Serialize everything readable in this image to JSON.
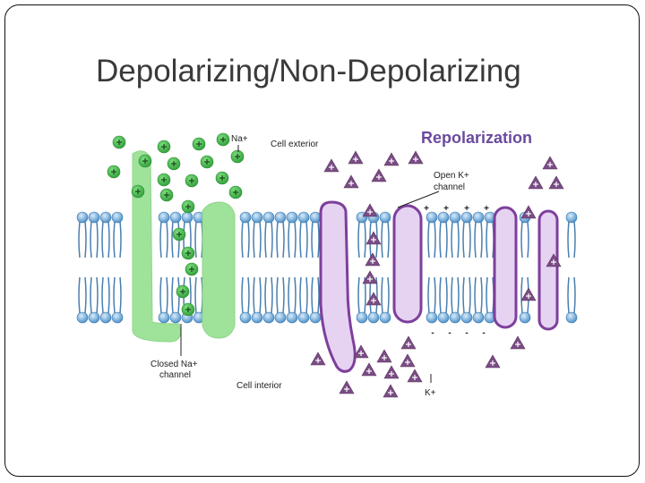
{
  "slide": {
    "title": "Depolarizing/Non-Depolarizing"
  },
  "diagram": {
    "heading": "Repolarization",
    "labels": {
      "na": "Na+",
      "cell_exterior": "Cell exterior",
      "open_k_1": "Open K+",
      "open_k_2": "channel",
      "closed_na_1": "Closed Na+",
      "closed_na_2": "channel",
      "cell_interior": "Cell interior",
      "k": "K+"
    },
    "charges": {
      "plus": "+",
      "minus": "-"
    },
    "colors": {
      "na_ion": "#3db84a",
      "k_ion": "#7a4c85",
      "na_channel": "#9fe39a",
      "k_channel": "#e6d3f2",
      "k_channel_stroke": "#7e3f9c",
      "lipid_head": "#5b9fd4",
      "heading": "#6b4a9e"
    }
  }
}
